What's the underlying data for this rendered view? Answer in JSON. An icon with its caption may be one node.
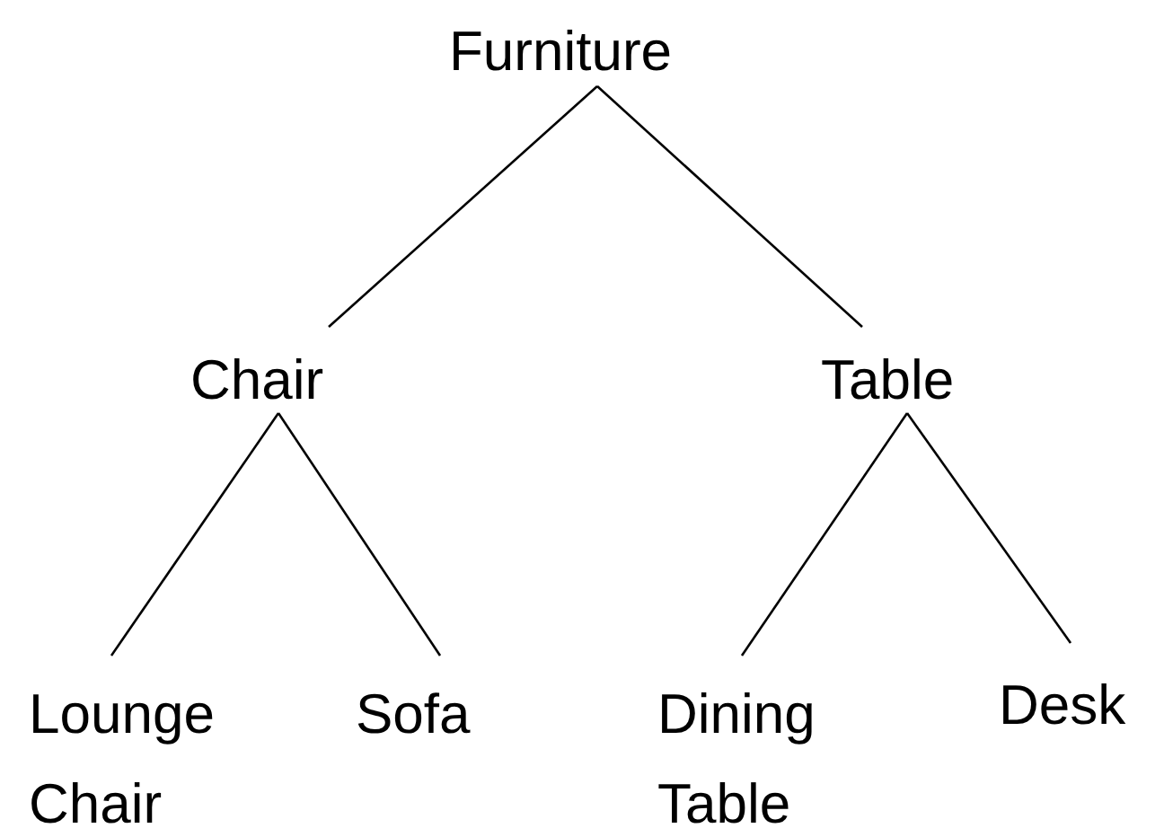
{
  "diagram": {
    "nodes": [
      {
        "text": [
          "Furniture"
        ]
      },
      {
        "text": [
          "Chair"
        ]
      },
      {
        "text": [
          "Table"
        ]
      },
      {
        "text": [
          "Lounge Chair"
        ]
      },
      {
        "text": [
          "Sofa"
        ]
      },
      {
        "text": [
          "Dining Table"
        ]
      },
      {
        "text": [
          "Desk"
        ]
      }
    ],
    "edges": [
      {
        "from": 0,
        "to": 1,
        "arrow": "none"
      },
      {
        "from": 0,
        "to": 2,
        "arrow": "none"
      },
      {
        "from": 1,
        "to": 3,
        "arrow": "none"
      },
      {
        "from": 1,
        "to": 4,
        "arrow": "none"
      },
      {
        "from": 2,
        "to": 5,
        "arrow": "none"
      },
      {
        "from": 2,
        "to": 6,
        "arrow": "none"
      }
    ]
  }
}
